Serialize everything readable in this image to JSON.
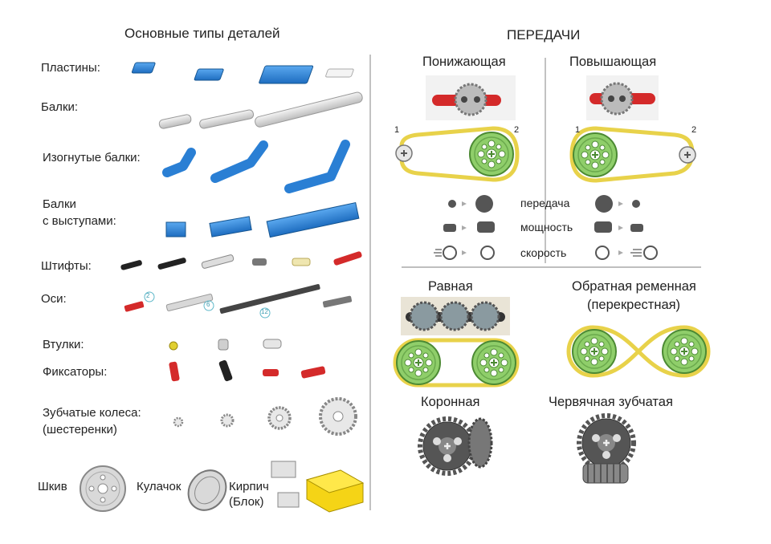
{
  "left": {
    "title": "Основные типы деталей",
    "labels": {
      "plates": "Пластины:",
      "beams": "Балки:",
      "bent": "Изогнутые балки:",
      "studs1": "Балки",
      "studs2": "с выступами:",
      "pins": "Штифты:",
      "axles": "Оси:",
      "bushings": "Втулки:",
      "connectors": "Фиксаторы:",
      "gears1": "Зубчатые колеса:",
      "gears2": "(шестеренки)",
      "pulley": "Шкив",
      "cam": "Кулачок",
      "brick1": "Кирпич",
      "brick2": "(Блок)"
    },
    "axle_numbers": [
      "2",
      "6",
      "12"
    ]
  },
  "right": {
    "title": "ПЕРЕДАЧИ",
    "reducing": "Понижающая",
    "increasing": "Повышающая",
    "num1": "1",
    "num2": "2",
    "rows": {
      "transmission": "передача",
      "power": "мощность",
      "speed": "скорость"
    },
    "equal": "Равная",
    "crossed1": "Обратная ременная",
    "crossed2": "(перекрестная)",
    "crown": "Коронная",
    "worm": "Червячная зубчатая"
  },
  "colors": {
    "lego_blue": "#2a7fd4",
    "lego_red": "#d42a2a",
    "gear_green": "#8fce6a",
    "belt_yellow": "#e8d24a",
    "gear_gray": "#555555",
    "brick_yellow": "#f5d416"
  }
}
